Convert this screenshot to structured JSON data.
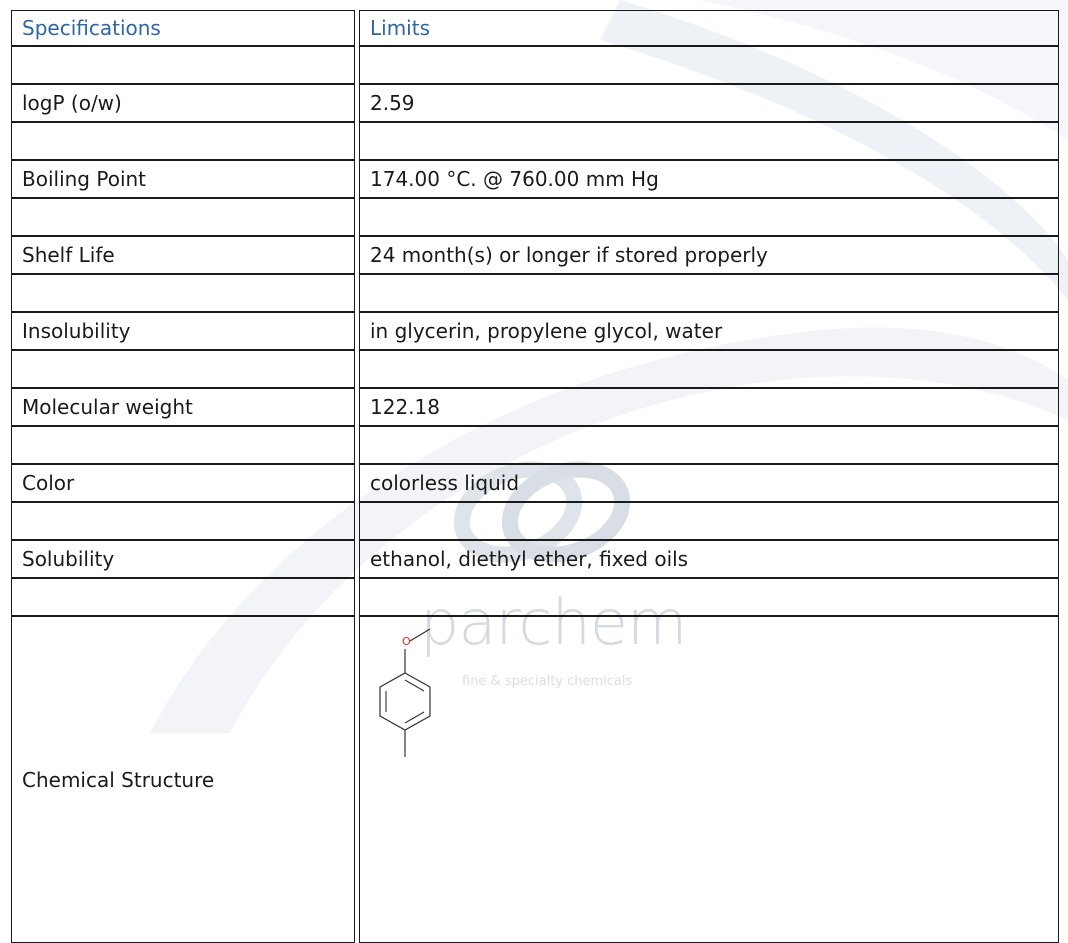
{
  "table": {
    "header": {
      "spec": "Specifications",
      "limits": "Limits"
    },
    "rows": [
      {
        "spec": "logP (o/w)",
        "limit": "2.59"
      },
      {
        "spec": "Boiling Point",
        "limit": "174.00 °C. @ 760.00 mm Hg"
      },
      {
        "spec": "Shelf Life",
        "limit": "24 month(s) or longer if stored properly"
      },
      {
        "spec": "Insolubility",
        "limit": "in glycerin, propylene glycol, water"
      },
      {
        "spec": "Molecular weight",
        "limit": "122.18"
      },
      {
        "spec": "Color",
        "limit": "colorless liquid"
      },
      {
        "spec": "Solubility",
        "limit": "ethanol, diethyl ether, fixed oils"
      },
      {
        "spec": "Chemical Structure",
        "limit": ""
      }
    ]
  },
  "structure": {
    "atom_label": "O",
    "atom_color": "#e8262c"
  },
  "watermark": {
    "brand": "parchem",
    "tagline": "fine & specialty chemicals"
  },
  "colors": {
    "header_text": "#2f66a8",
    "border": "#1a1a1a",
    "watermark": "#d5d9e1"
  }
}
